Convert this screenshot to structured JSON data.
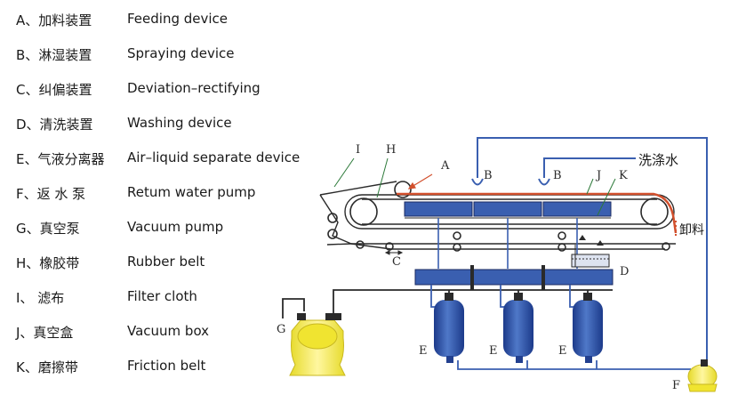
{
  "legend": [
    {
      "zh": "A、加料装置",
      "en": "Feeding device"
    },
    {
      "zh": "B、淋湿装置",
      "en": "Spraying device"
    },
    {
      "zh": "C、纠偏装置",
      "en": "Deviation–rectifying"
    },
    {
      "zh": "D、清洗装置",
      "en": "Washing device"
    },
    {
      "zh": "E、气液分离器",
      "en": "Air–liquid separate device"
    },
    {
      "zh": "F、返 水 泵",
      "en": "Retum water pump"
    },
    {
      "zh": "G、真空泵",
      "en": "Vacuum pump"
    },
    {
      "zh": "H、橡胶带",
      "en": "Rubber belt"
    },
    {
      "zh": "I、 滤布",
      "en": "Filter cloth"
    },
    {
      "zh": "J、真空盒",
      "en": "Vacuum box"
    },
    {
      "zh": "K、磨擦带",
      "en": "Friction belt"
    }
  ],
  "diagram": {
    "labels": {
      "A": "A",
      "B1": "B",
      "B2": "B",
      "C": "C",
      "D": "D",
      "E1": "E",
      "E2": "E",
      "E3": "E",
      "F": "F",
      "G": "G",
      "H": "H",
      "I": "I",
      "J": "J",
      "K": "K"
    },
    "wash_water": "洗涤水",
    "discharge": "卸料"
  },
  "colors": {
    "blue": "#3a5fb0",
    "dark_blue": "#23408f",
    "yellow": "#f5ec3c",
    "filter_cloth": "#d2502d",
    "line": "#2a2a2a"
  }
}
